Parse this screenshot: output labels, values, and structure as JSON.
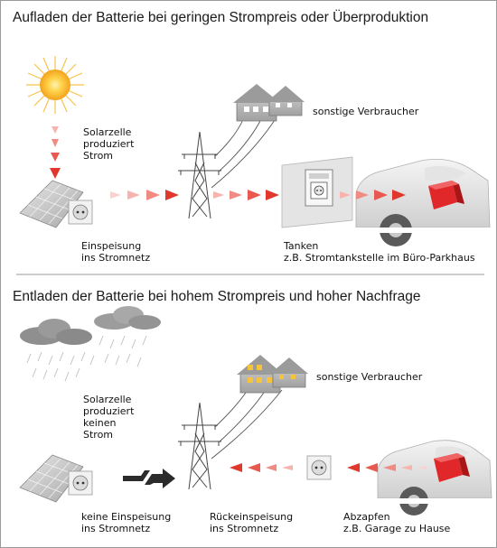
{
  "colors": {
    "arrow_red": "#e0382c",
    "arrow_light": "#f6b4ad",
    "divider": "#9a9a9a",
    "sun": "#f3a21d",
    "battery": "#e0282a"
  },
  "top": {
    "title": "Aufladen der Batterie bei geringen Strompreis oder Überproduktion",
    "solar_label": [
      "Solarzelle",
      "produziert",
      "Strom"
    ],
    "consumers_label": "sonstige Verbraucher",
    "feed_label": [
      "Einspeisung",
      "ins Stromnetz"
    ],
    "tank_label": [
      "Tanken",
      "z.B. Stromtankstelle im Büro-Parkhaus"
    ]
  },
  "bottom": {
    "title": "Entladen der Batterie bei hohem Strompreis und hoher Nachfrage",
    "solar_label": [
      "Solarzelle",
      "produziert",
      "keinen",
      "Strom"
    ],
    "consumers_label": "sonstige Verbraucher",
    "nofeed_label": [
      "keine Einspeisung",
      "ins Stromnetz"
    ],
    "refeed_label": [
      "Rückeinspeisung",
      "ins Stromnetz"
    ],
    "draw_label": [
      "Abzapfen",
      "z.B. Garage zu Hause"
    ]
  }
}
